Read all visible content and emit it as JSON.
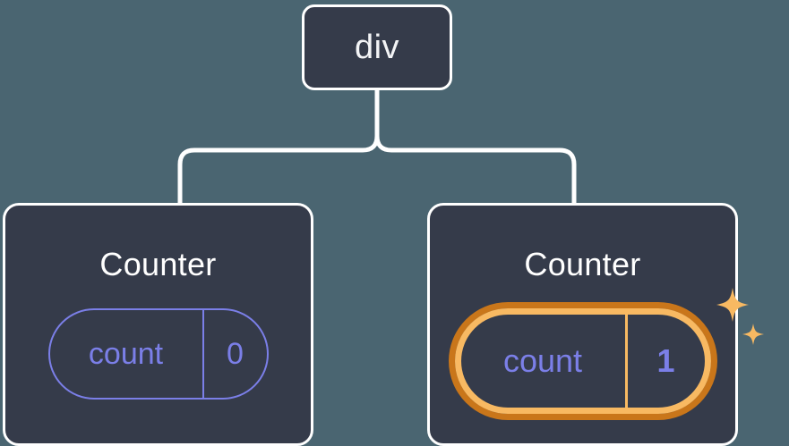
{
  "diagram": {
    "type": "component-tree",
    "background_color": "#4a6571",
    "node_fill_color": "#353b4a",
    "node_border_color": "#ffffff",
    "connector_color": "#ffffff",
    "accent_color": "#7b7fe8",
    "highlight_color": "#f8b962",
    "highlight_outer_color": "#c9761a"
  },
  "root": {
    "label": "div"
  },
  "children": [
    {
      "title": "Counter",
      "state": {
        "key": "count",
        "value": "0"
      },
      "highlighted": false,
      "sparkles": false
    },
    {
      "title": "Counter",
      "state": {
        "key": "count",
        "value": "1"
      },
      "highlighted": true,
      "sparkles": true
    }
  ]
}
